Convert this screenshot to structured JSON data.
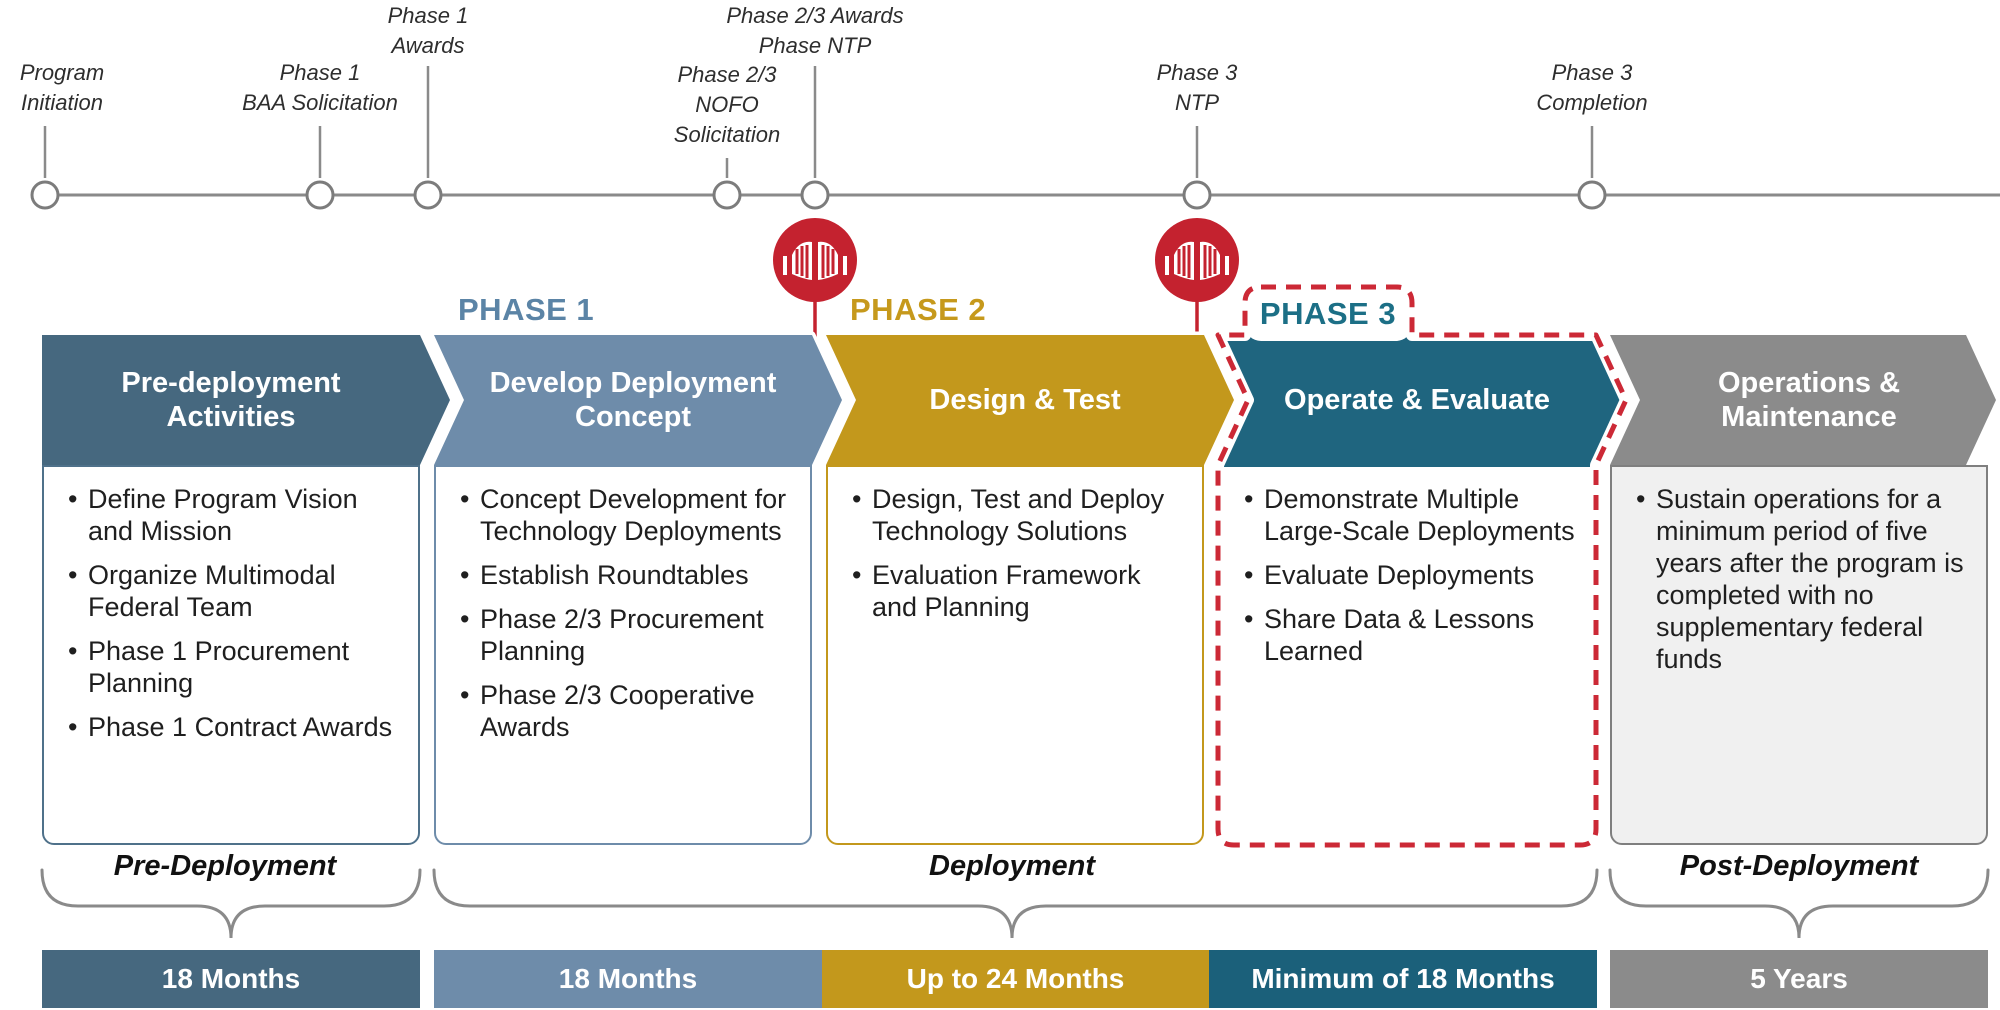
{
  "colors": {
    "slate": "#46687f",
    "steel": "#6e8caa",
    "gold": "#c3981c",
    "teal": "#1f657f",
    "gray": "#8b8b8b",
    "gate_red": "#c4222f",
    "dash_red": "#cc2936",
    "line_gray": "#8a8a8a"
  },
  "timeline": {
    "milestones": [
      {
        "lines": [
          "Program",
          "Initiation"
        ]
      },
      {
        "lines": [
          "Phase 1",
          "BAA Solicitation"
        ]
      },
      {
        "lines": [
          "Phase 1",
          "Awards"
        ]
      },
      {
        "lines": [
          "Phase 2/3",
          "NOFO",
          "Solicitation"
        ]
      },
      {
        "lines": [
          "Phase 2/3 Awards",
          "Phase NTP"
        ]
      },
      {
        "lines": [
          "Phase 3",
          "NTP"
        ]
      },
      {
        "lines": [
          "Phase 3",
          "Completion"
        ]
      }
    ]
  },
  "gates": {
    "icon": "open-gate-icon",
    "count": 2
  },
  "phase_labels": {
    "phase1": "PHASE 1",
    "phase2": "PHASE 2",
    "phase3": "PHASE 3"
  },
  "phases": [
    {
      "header": "Pre-deployment Activities",
      "bullets": [
        "Define Program Vision and Mission",
        "Organize Multimodal Federal Team",
        "Phase 1 Procurement Planning",
        "Phase 1 Contract Awards"
      ],
      "duration": "18 Months"
    },
    {
      "header": "Develop Deployment Concept",
      "bullets": [
        "Concept Development for Technology Deployments",
        "Establish Roundtables",
        "Phase 2/3 Procurement Planning",
        "Phase 2/3 Cooperative Awards"
      ],
      "duration": "18 Months"
    },
    {
      "header": "Design & Test",
      "bullets": [
        "Design, Test and Deploy Technology Solutions",
        "Evaluation Framework and Planning"
      ],
      "duration": "Up to 24 Months"
    },
    {
      "header": "Operate & Evaluate",
      "bullets": [
        "Demonstrate Multiple Large-Scale Deployments",
        "Evaluate Deployments",
        "Share Data & Lessons Learned"
      ],
      "duration": "Minimum of 18 Months"
    },
    {
      "header": "Operations & Maintenance",
      "bullets": [
        "Sustain operations for a minimum period of five years after the program is completed with no supplementary federal funds"
      ],
      "duration": "5 Years"
    }
  ],
  "stages": [
    "Pre-Deployment",
    "Deployment",
    "Post-Deployment"
  ]
}
